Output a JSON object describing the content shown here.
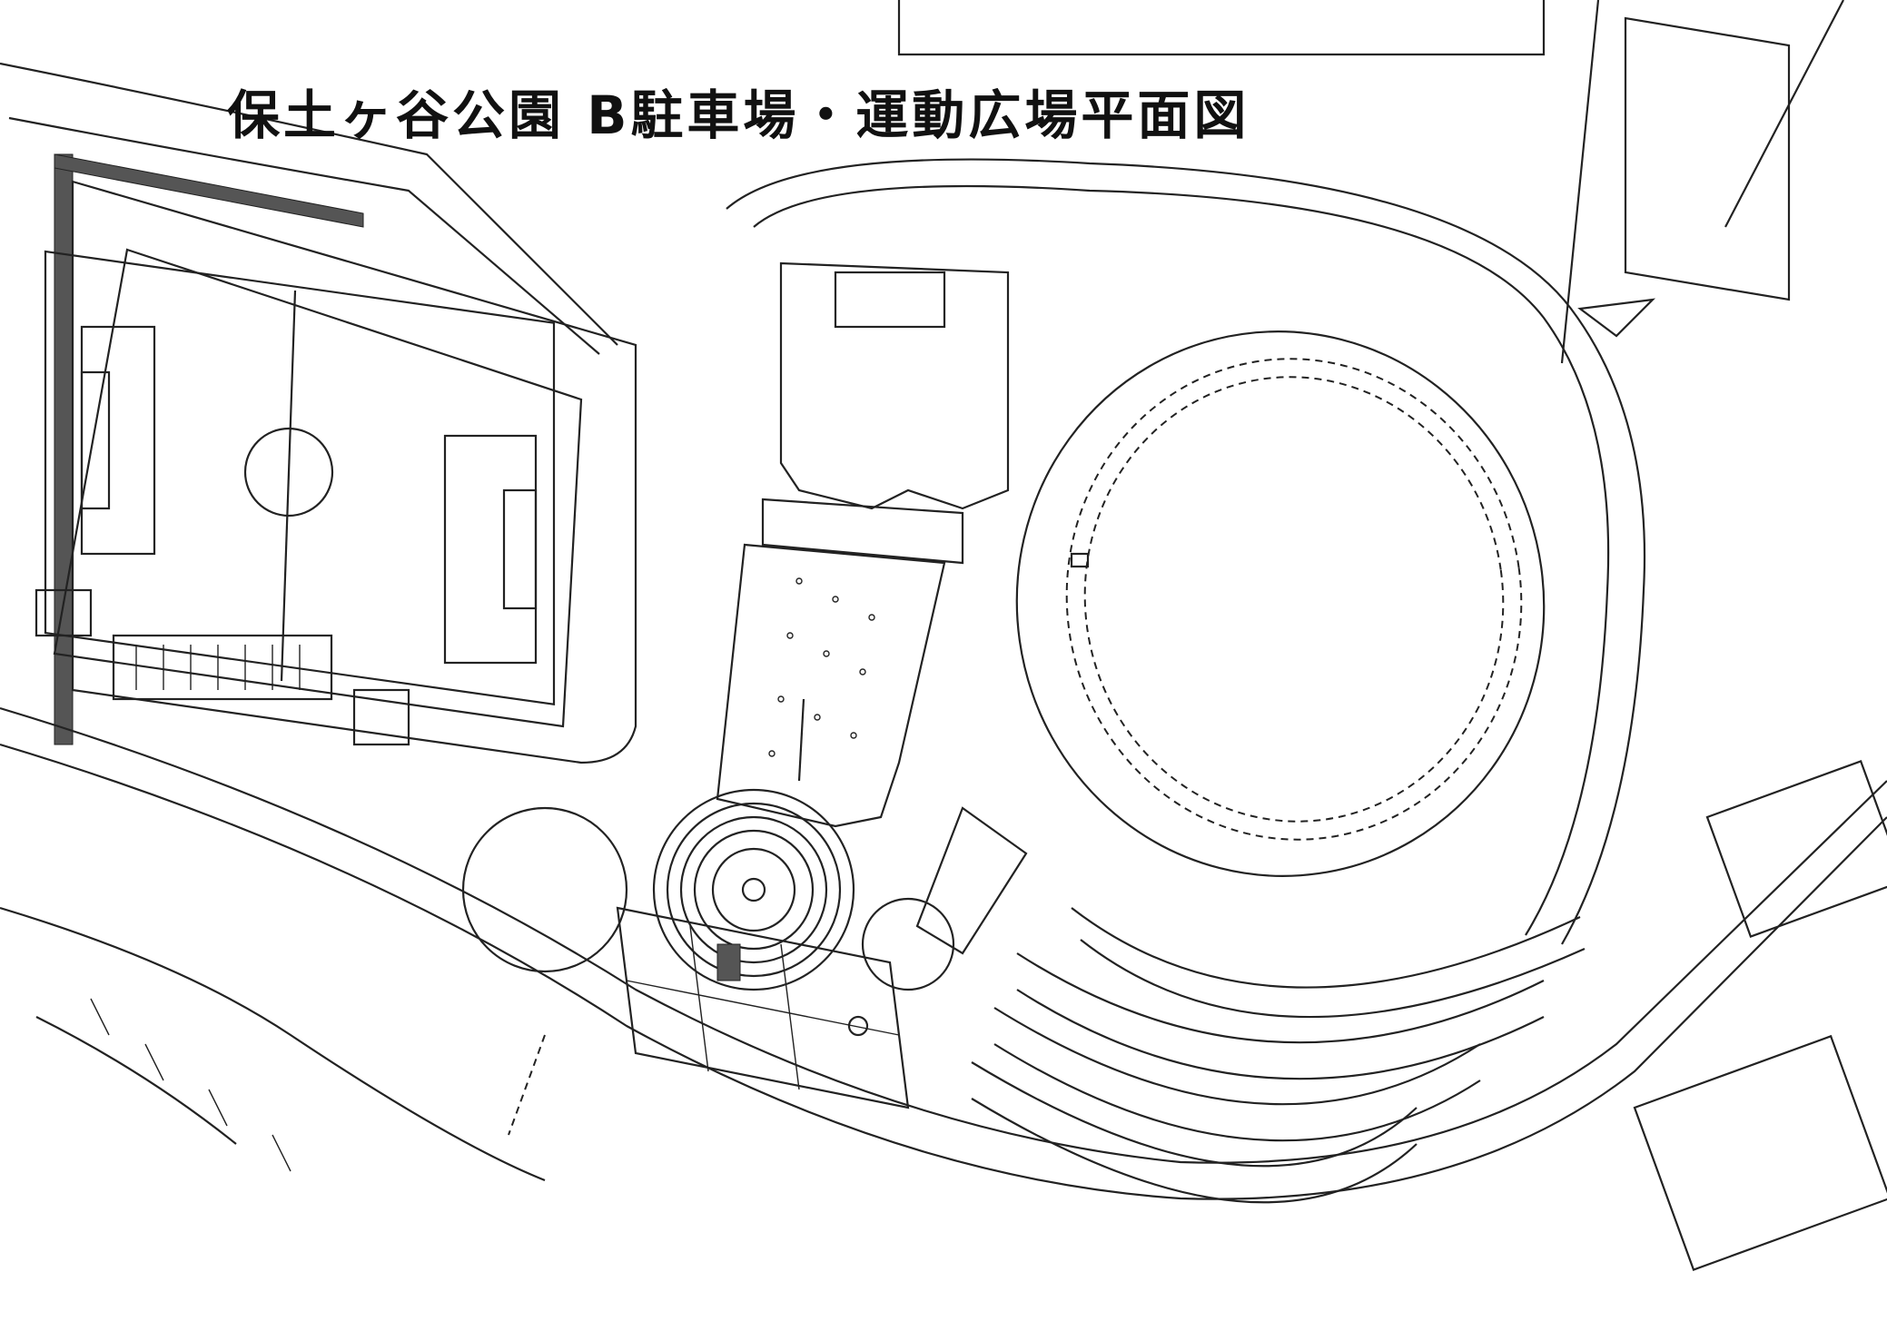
{
  "title": "保土ヶ谷公園 B駐車場・運動広場平面図",
  "colors": {
    "ink": "#222222",
    "paper": "#ffffff",
    "hatch": "#555555"
  },
  "features": [
    "soccer-field",
    "stadium-track",
    "parking-lot-b",
    "plaza-promenade",
    "circular-amphitheater",
    "main-road",
    "entrance-building",
    "perimeter-road"
  ]
}
